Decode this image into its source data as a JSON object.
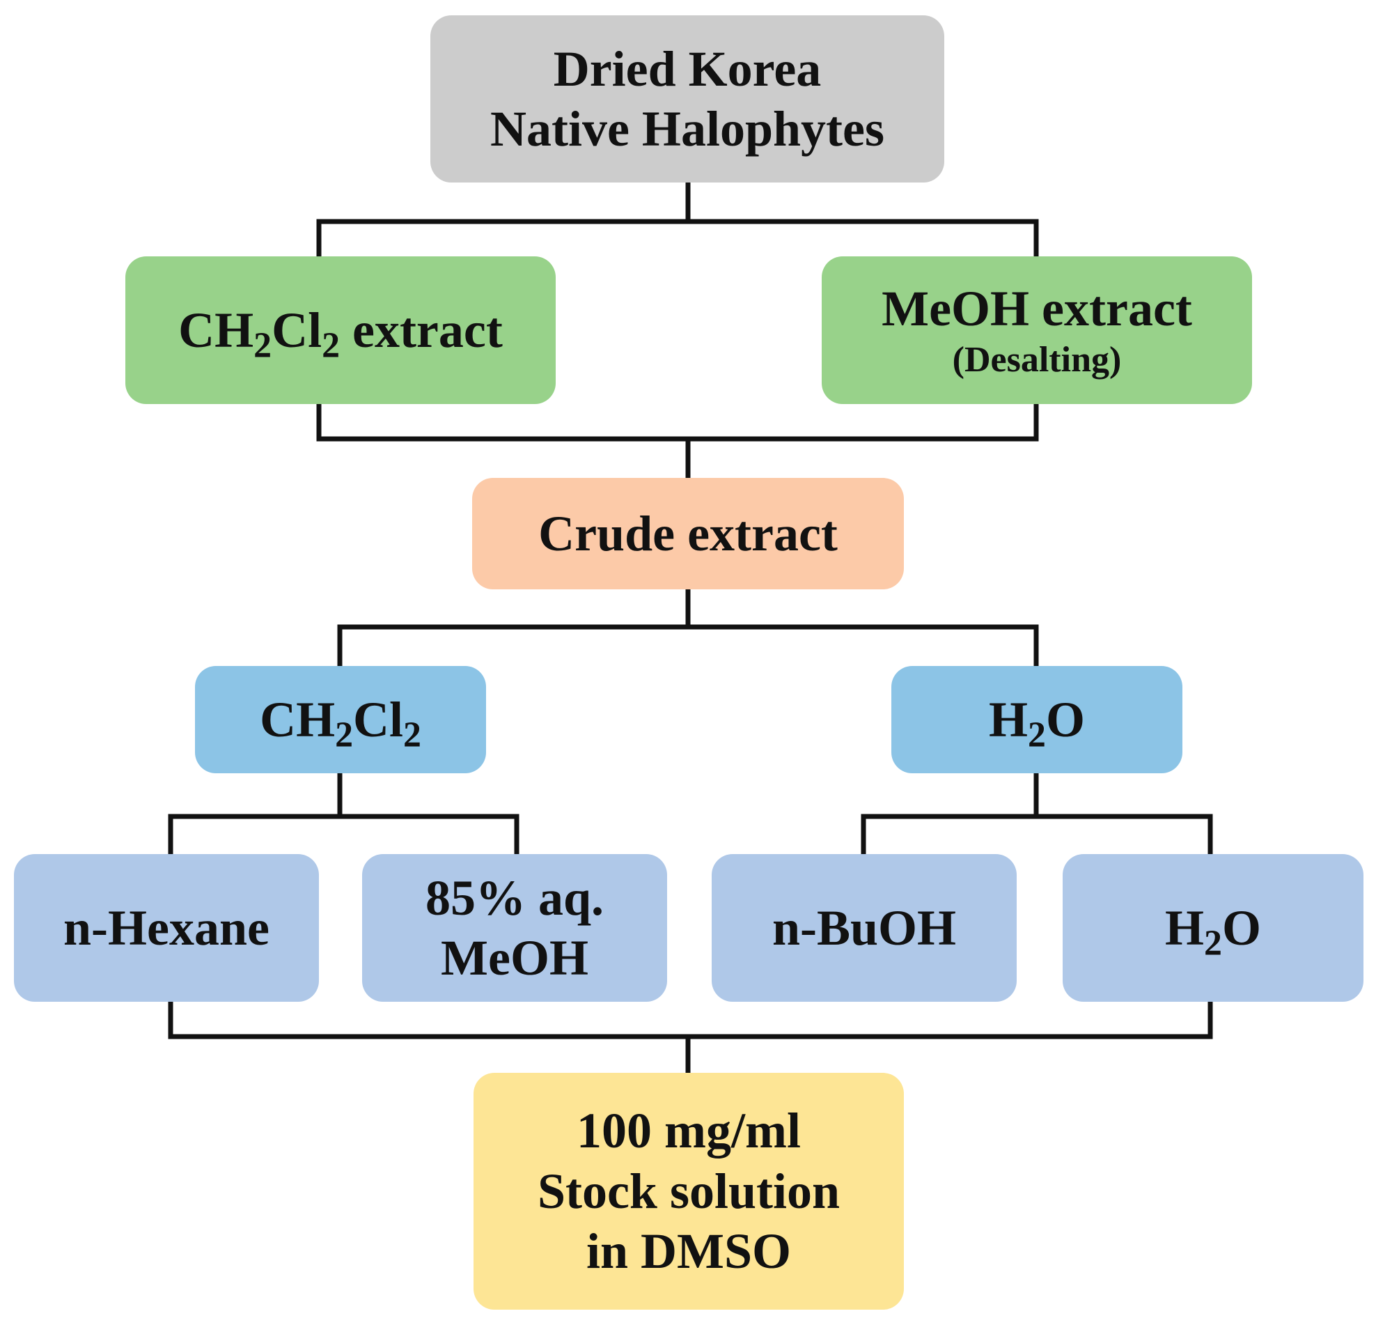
{
  "colors": {
    "gray": "#cccccc",
    "green": "#98d28a",
    "peach": "#fccaa8",
    "blue_dark": "#8cc4e6",
    "blue_light": "#afc8e8",
    "yellow": "#fde595",
    "line": "#111111"
  },
  "nodes": {
    "source": {
      "line1": "Dried Korea",
      "line2": "Native Halophytes",
      "color": "gray"
    },
    "ch2cl2_extract": {
      "f1": "CH",
      "s1": "2",
      "f2": "Cl",
      "s2": "2",
      "tail": " extract",
      "color": "green"
    },
    "meoh_extract": {
      "line1": "MeOH extract",
      "line2": "(Desalting)",
      "color": "green"
    },
    "crude": {
      "line1": "Crude extract",
      "color": "peach"
    },
    "ch2cl2_layer": {
      "f1": "CH",
      "s1": "2",
      "f2": "Cl",
      "s2": "2",
      "color": "blue_dark"
    },
    "h2o_layer": {
      "f1": "H",
      "s1": "2",
      "f2": "O",
      "color": "blue_dark"
    },
    "hexane": {
      "line1": "n-Hexane",
      "color": "blue_light"
    },
    "aq_meoh": {
      "line1": "85% aq.",
      "line2": "MeOH",
      "color": "blue_light"
    },
    "buoh": {
      "line1": "n-BuOH",
      "color": "blue_light"
    },
    "h2o_final": {
      "f1": "H",
      "s1": "2",
      "f2": "O",
      "color": "blue_light"
    },
    "stock": {
      "line1": "100 mg/ml",
      "line2": "Stock solution",
      "line3": "in DMSO",
      "color": "yellow"
    }
  }
}
